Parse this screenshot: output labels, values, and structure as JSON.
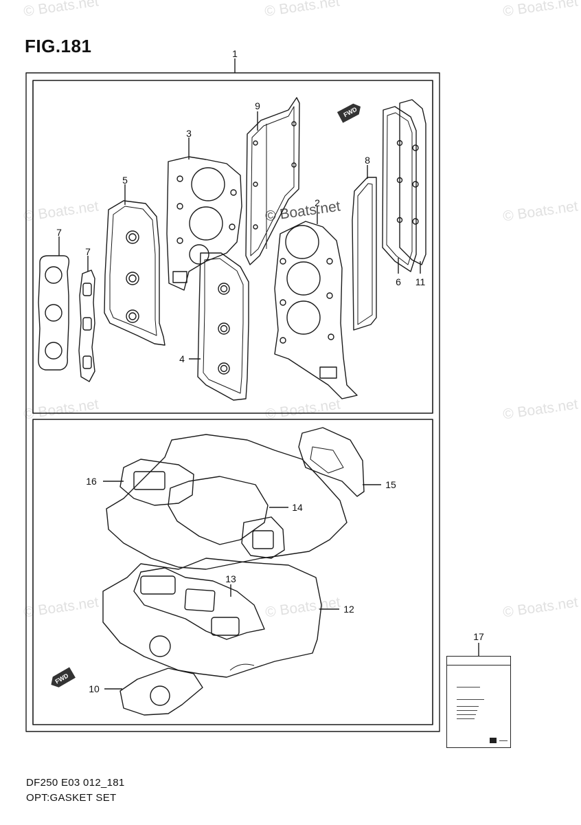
{
  "figure": {
    "title": "FIG.181"
  },
  "watermarks": {
    "text": "© Boats.net",
    "center_text": "© Boats.net"
  },
  "callouts": {
    "c1": "1",
    "c2": "2",
    "c3": "3",
    "c4": "4",
    "c5": "5",
    "c6": "6",
    "c7a": "7",
    "c7b": "7",
    "c8": "8",
    "c9": "9",
    "c10": "10",
    "c11": "11",
    "c12": "12",
    "c13": "13",
    "c14": "14",
    "c15": "15",
    "c16": "16",
    "c17": "17"
  },
  "fwd": {
    "top": "FWD",
    "bottom": "FWD"
  },
  "footer": {
    "code": "DF250 E03 012_181",
    "name": "OPT:GASKET SET"
  },
  "colors": {
    "line": "#1a1a1a",
    "watermark": "#e1e1e1"
  }
}
